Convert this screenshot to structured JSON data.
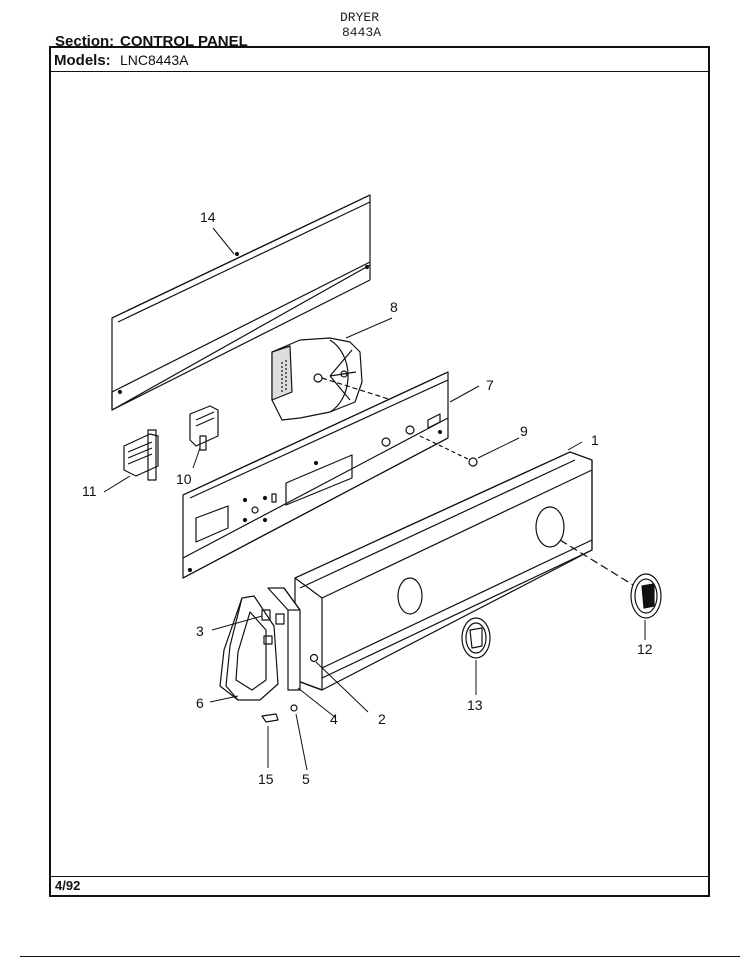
{
  "header": {
    "section_label": "Section:",
    "section_value": "CONTROL PANEL",
    "models_label": "Models:",
    "models_value": "LNC8443A",
    "product_type": "DRYER",
    "product_code": "8443A"
  },
  "callouts": [
    "1",
    "2",
    "3",
    "4",
    "5",
    "6",
    "7",
    "8",
    "9",
    "10",
    "11",
    "12",
    "13",
    "14",
    "15"
  ],
  "footer": {
    "date": "4/92"
  }
}
